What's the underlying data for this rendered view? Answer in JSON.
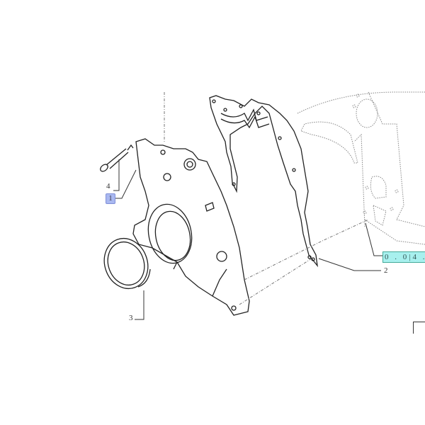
{
  "diagram": {
    "callouts": [
      {
        "number": "1",
        "highlighted": true,
        "highlight_color": "#a9b8f0"
      },
      {
        "number": "2"
      },
      {
        "number": "3"
      },
      {
        "number": "4"
      }
    ],
    "reference_link": {
      "text": "0 . 0|4 .",
      "color": "#a8f0ee"
    }
  }
}
